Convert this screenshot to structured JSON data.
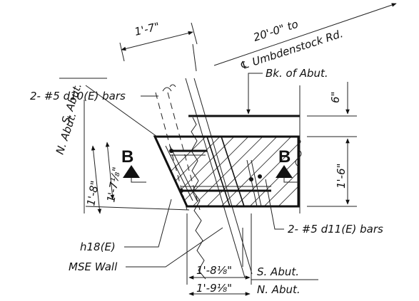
{
  "labels": {
    "dim_top": "1'-7\"",
    "dim_road_1": "20'-0\" to",
    "dim_road_2": "℄ Umbdenstock Rd.",
    "bars_d10": "2- #5 d10(E) bars",
    "bk_abut": "Bk. of Abut.",
    "s_abut_left": "S. Abut.",
    "n_abut_left": "N. Abut.",
    "dim_6in": "6\"",
    "dim_1_6": "1'-6\"",
    "dim_1_7_1_8": "1'-7¹⁄₈\"",
    "dim_1_8": "1'-8\"",
    "section_left": "B",
    "section_right": "B",
    "bars_d11": "2- #5 d11(E) bars",
    "h18": "h18(E)",
    "mse_wall": "MSE Wall",
    "dim_1_8_1_8": "1'-8¹⁄₈\"",
    "dim_1_9_1_8": "1'-9¹⁄₈\"",
    "s_abut_bottom": "S. Abut.",
    "n_abut_bottom": "N. Abut."
  }
}
